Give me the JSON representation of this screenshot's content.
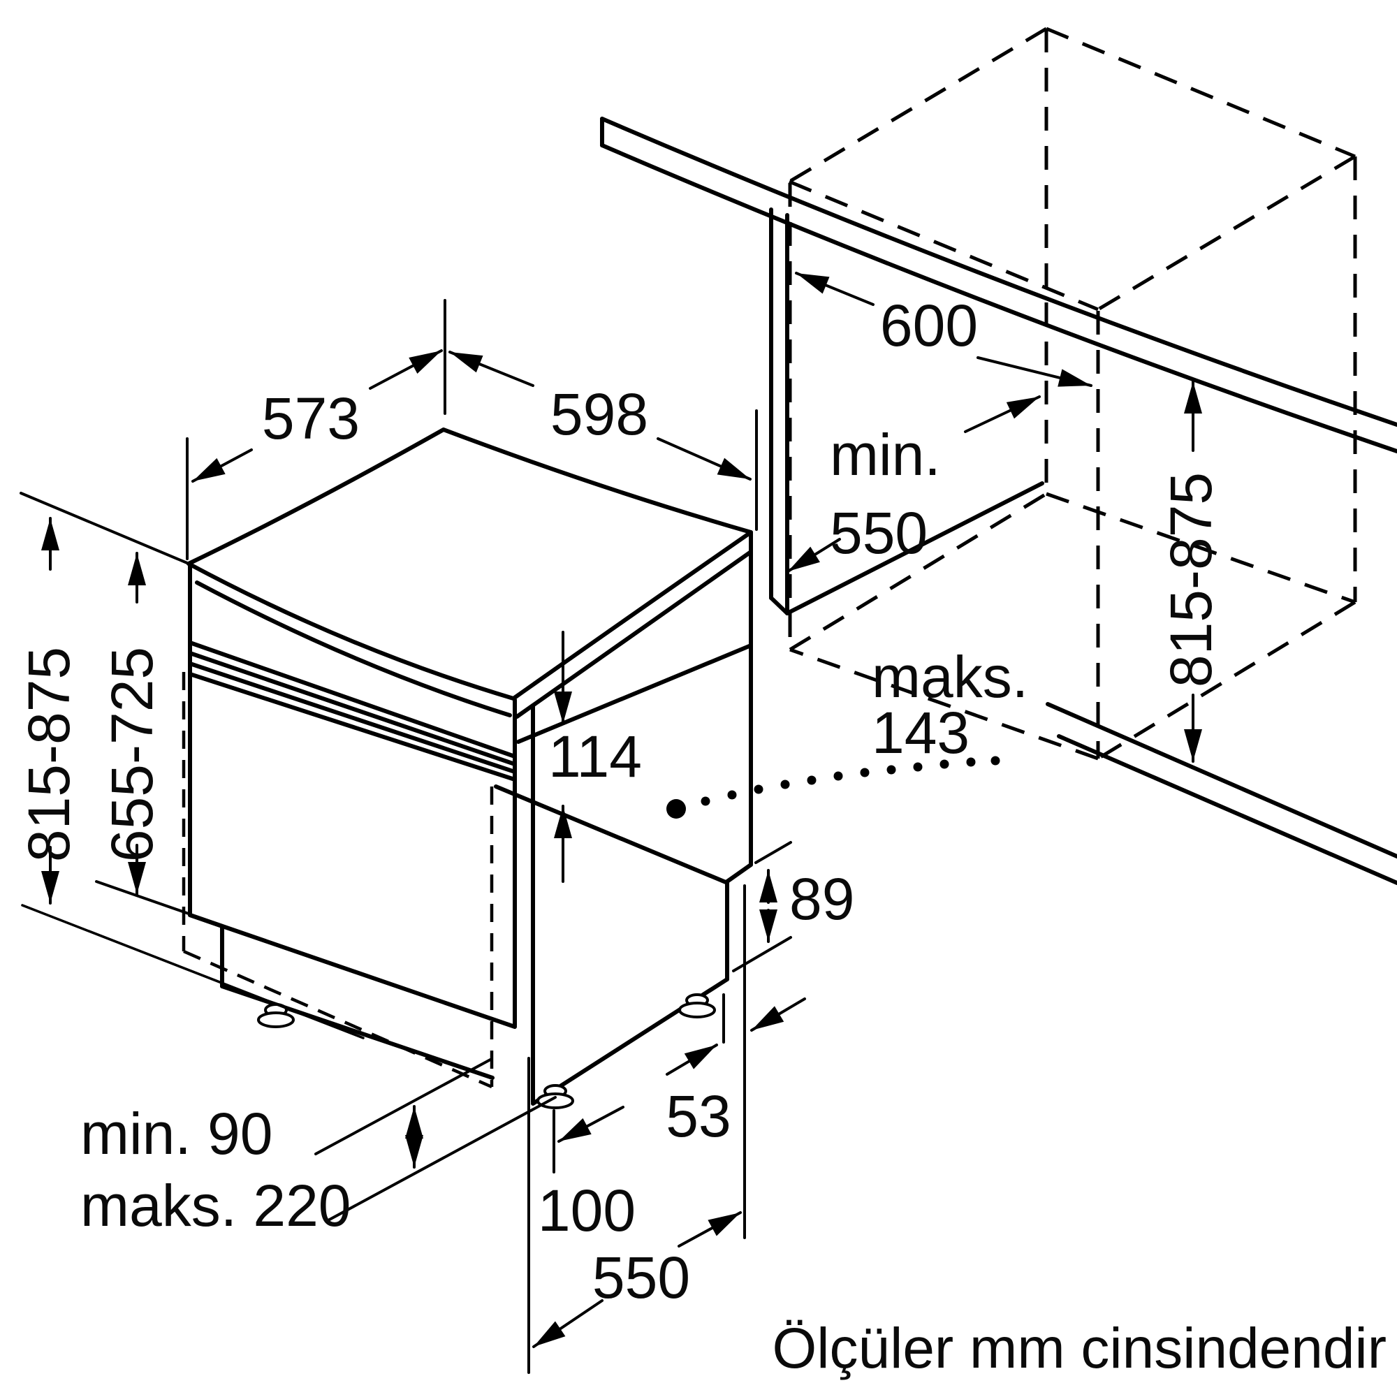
{
  "note": "Ölçüler mm cinsindendir",
  "unit": "mm",
  "dimensions": {
    "appliance_depth_top": "573",
    "appliance_width_top": "598",
    "niche_width": "600",
    "niche_depth_label": "min.",
    "niche_depth_value": "550",
    "niche_height_right": "815-875",
    "appliance_height_left": "815-875",
    "front_panel_height": "655-725",
    "control_strip_height": "114",
    "door_overhang_label": "maks.",
    "door_overhang_value": "143",
    "rear_recess_height": "89",
    "rear_recess_depth": "53",
    "plinth_min": "min. 90",
    "plinth_max": "maks. 220",
    "base_setback": "100",
    "base_depth": "550"
  },
  "colors": {
    "line": "#000000",
    "background": "#ffffff"
  }
}
